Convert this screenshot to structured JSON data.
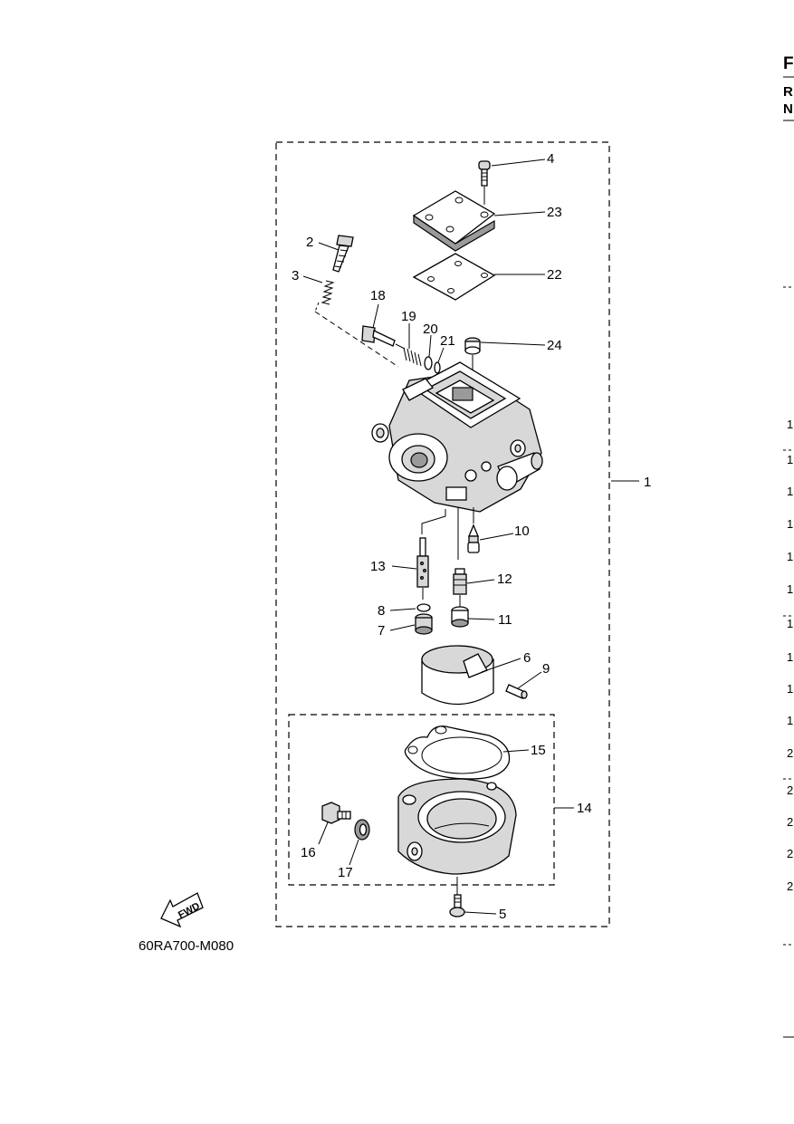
{
  "diagram": {
    "reference_code": "60RA700-M080",
    "fwd_label": "FWD",
    "callouts": [
      "1",
      "2",
      "3",
      "4",
      "5",
      "6",
      "7",
      "8",
      "9",
      "10",
      "11",
      "12",
      "13",
      "14",
      "15",
      "16",
      "17",
      "18",
      "19",
      "20",
      "21",
      "22",
      "23",
      "24"
    ]
  },
  "right_edge": {
    "letters": [
      "F",
      "R",
      "N"
    ],
    "digits": [
      "1",
      "1",
      "1",
      "1",
      "1",
      "1",
      "1",
      "1",
      "1",
      "1",
      "2",
      "2",
      "2",
      "2",
      "2"
    ]
  }
}
